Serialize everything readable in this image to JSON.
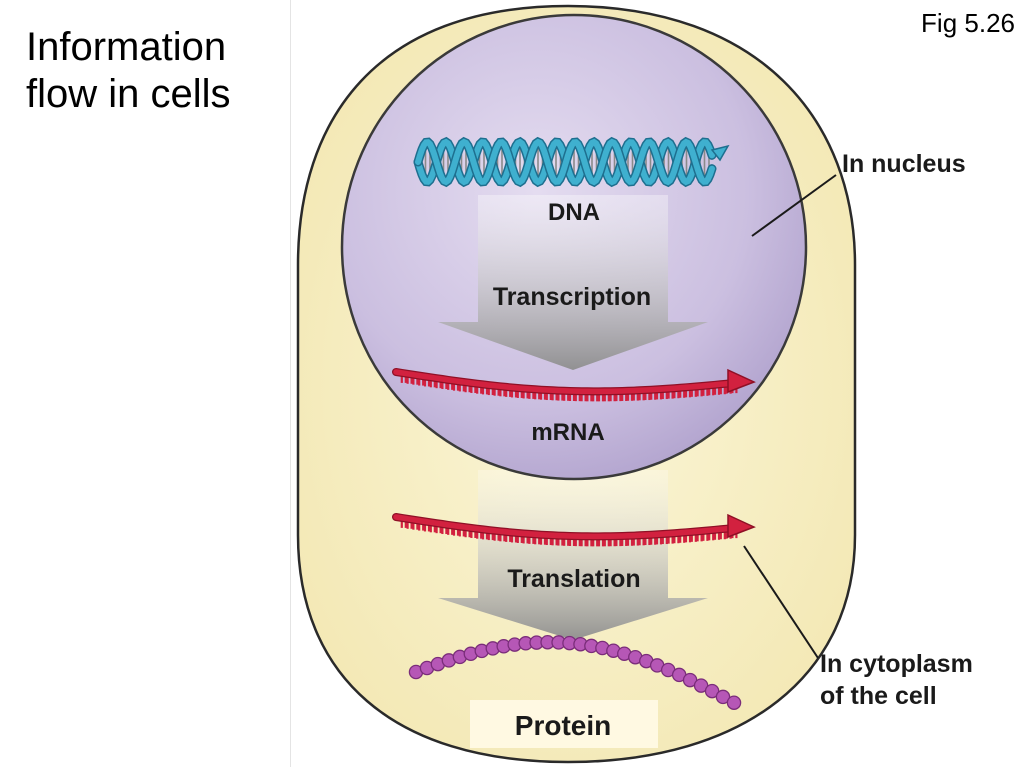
{
  "slide": {
    "title": "Information\nflow in cells",
    "figure_label": "Fig 5.26"
  },
  "diagram": {
    "labels": {
      "dna": "DNA",
      "transcription": "Transcription",
      "mrna": "mRNA",
      "translation": "Translation",
      "protein": "Protein",
      "nucleus": "In nucleus",
      "cytoplasm_line1": "In cytoplasm",
      "cytoplasm_line2": "of the cell"
    },
    "colors": {
      "cytoplasm": "#f7efc0",
      "nucleus": "#cbbfe0",
      "dna_helix": "#3fb0cf",
      "mrna": "#d2213f",
      "protein": "#b657b6",
      "flow_arrow": "#a7a7a7"
    }
  }
}
